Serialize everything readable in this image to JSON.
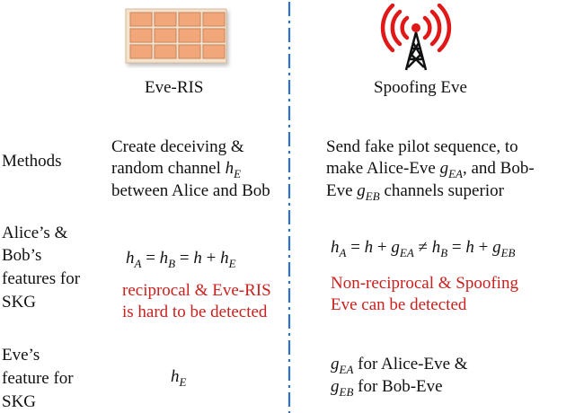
{
  "columns": {
    "left_header": "Eve-RIS",
    "right_header": "Spoofing Eve"
  },
  "rows": {
    "methods": {
      "label": "Methods",
      "left_line1": "Create deceiving &",
      "left_line2": "random channel",
      "left_line3": "between Alice and Bob",
      "right_line1": "Send fake pilot sequence, to",
      "right_line2": "make Alice-Eve",
      "right_line2_end": ", and Bob-",
      "right_line3": "Eve",
      "right_line3_end": "channels superior"
    },
    "features": {
      "label_line1": "Alice’s &",
      "label_line2": "Bob’s",
      "label_line3": "features for",
      "label_line4": "SKG",
      "left_note_line1": "reciprocal & Eve-RIS",
      "left_note_line2": "is hard to be detected",
      "right_note_line1": "Non-reciprocal & Spoofing",
      "right_note_line2": "Eve can be detected"
    },
    "eve": {
      "label_line1": "Eve’s",
      "label_line2": "feature for",
      "label_line3": "SKG",
      "right_line1": "for Alice-Eve &",
      "right_line2": "for Bob-Eve"
    }
  },
  "colors": {
    "tile_fill": "#f2a77a",
    "tile_stroke": "#c9845a",
    "ris_frame": "#f4e2cd",
    "divider": "#2f6fd0",
    "antenna_red": "#e01818",
    "note_red": "#c9211e"
  },
  "icons": [
    "ris-panel-icon",
    "antenna-tower-icon"
  ]
}
